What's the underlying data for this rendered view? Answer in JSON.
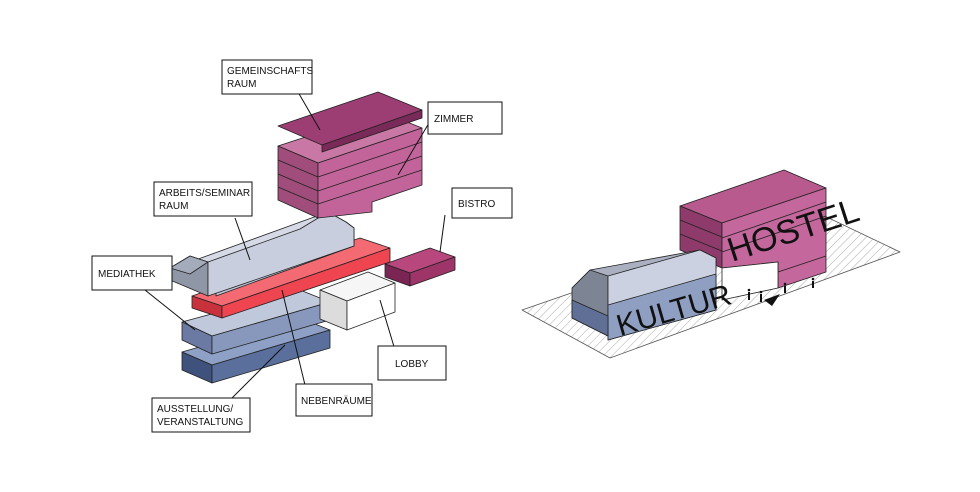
{
  "labels": {
    "gemeinschaftsraum_1": "GEMEINSCHAFTS",
    "gemeinschaftsraum_2": "RAUM",
    "zimmer": "ZIMMER",
    "bistro": "BISTRO",
    "arbeits_1": "ARBEITS/SEMINAR",
    "arbeits_2": "RAUM",
    "mediathek": "MEDIATHEK",
    "lobby": "LOBBY",
    "nebenraeume": "NEBENRÄUME",
    "ausstellung_1": "AUSSTELLUNG/",
    "ausstellung_2": "VERANSTALTUNG"
  },
  "building": {
    "hostel": "HOSTEL",
    "kultur": "KULTUR"
  },
  "colors": {
    "hostel_pink": "#c45a91",
    "hostel_dark": "#8a2f62",
    "gemeinschaft_top": "#9b3a72",
    "kultur_light": "#c5cbd8",
    "kultur_blue": "#8d9dbd",
    "ausstellung_blue": "#6a7fab",
    "neben_red": "#f04b55",
    "lobby_white": "#ffffff",
    "bistro": "#a23a6c"
  }
}
